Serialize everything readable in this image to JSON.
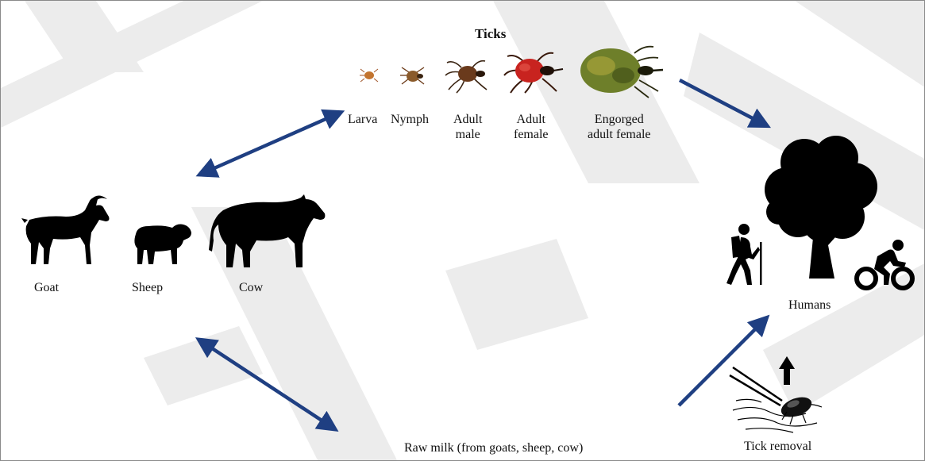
{
  "title": "Ticks",
  "tick_stages": [
    {
      "line1": "Larva",
      "line2": ""
    },
    {
      "line1": "Nymph",
      "line2": ""
    },
    {
      "line1": "Adult",
      "line2": "male"
    },
    {
      "line1": "Adult",
      "line2": "female"
    },
    {
      "line1": "Engorged",
      "line2": "adult female"
    }
  ],
  "animals": {
    "goat": "Goat",
    "sheep": "Sheep",
    "cow": "Cow"
  },
  "humans": "Humans",
  "raw_milk": "Raw milk (from goats, sheep, cow)",
  "tick_removal": "Tick removal",
  "colors": {
    "arrow": "#1f3f82",
    "silhouette": "#000000",
    "watermark": "#e6e6e6",
    "tick_red": "#c8231f",
    "tick_brown": "#7a3f1c",
    "engorged_green": "#6e7f2a"
  },
  "icons": [
    "goat-icon",
    "sheep-icon",
    "cow-icon",
    "tree-icon",
    "hiker-icon",
    "cyclist-icon",
    "tweezers-icon",
    "tick-icon"
  ]
}
